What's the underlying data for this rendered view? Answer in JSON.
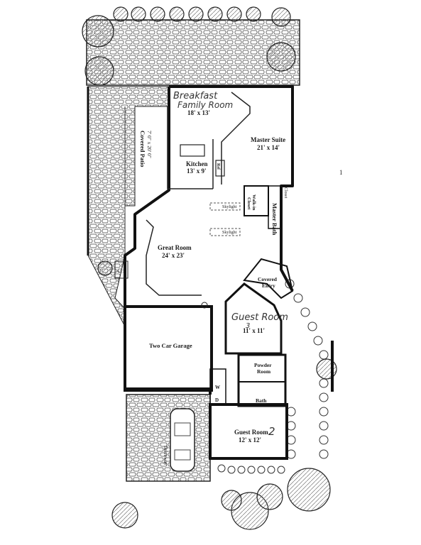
{
  "rooms": {
    "breakfast": {
      "name_line1": "Breakfast",
      "name_line2": "Family Room",
      "size": "18' x 13'"
    },
    "kitchen": {
      "name": "Kitchen",
      "size": "13' x 9'"
    },
    "master_suite": {
      "name": "Master Suite",
      "size": "21' x 14'"
    },
    "great_room": {
      "name": "Great Room",
      "size": "24' x 23'"
    },
    "guest3": {
      "name": "Guest Room",
      "number": "3",
      "size": "11' x 11'"
    },
    "garage": {
      "name": "Two Car Garage"
    },
    "powder": {
      "name_line1": "Powder",
      "name_line2": "Room"
    },
    "bath": {
      "name": "Bath"
    },
    "guest2": {
      "name": "Guest Room",
      "number": "2",
      "size": "12' x 12'"
    },
    "covered_entry": {
      "name_line1": "Covered",
      "name_line2": "Entry"
    },
    "walk_in": {
      "name_line1": "Walk-in",
      "name_line2": "Closet"
    },
    "master_bath": {
      "name": "Master Bath"
    },
    "closet": {
      "name": "Closet"
    }
  },
  "features": {
    "covered_patio": {
      "name": "Covered Patio",
      "size": "7' 0\" x 20' 0\""
    },
    "skylight": "Skylight",
    "refrigerator": "Ref",
    "ac": "A/C",
    "washer": "W",
    "dryer": "D",
    "driveway": "Driveway",
    "side_mark": "1"
  }
}
